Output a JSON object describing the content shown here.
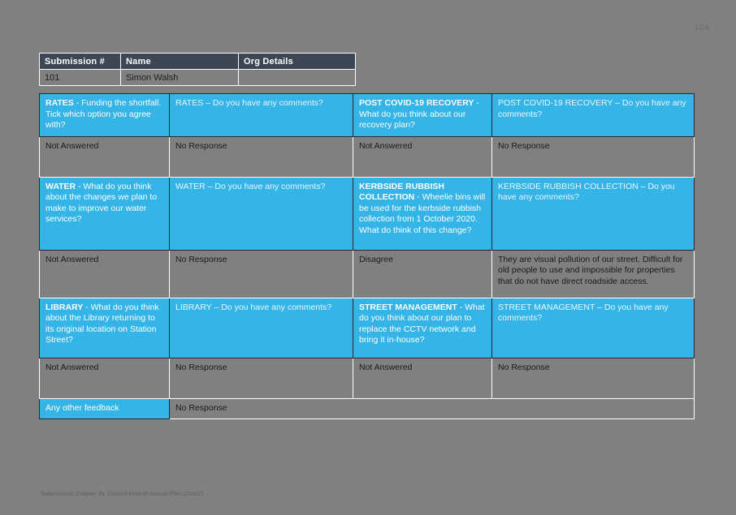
{
  "page": {
    "number": "104",
    "footer": "Submissions Chapter 3b: Council Redraft Annual Plan 2020/21"
  },
  "identity": {
    "headers": [
      "Submission #",
      "Name",
      "Org Details"
    ],
    "values": {
      "submission_number": "101",
      "name": "Simon Walsh",
      "org_details": ""
    }
  },
  "qa": {
    "rows": [
      {
        "left_question": "RATES - Funding the shortfall. Tick which option you agree with?",
        "left_topic": "RATES",
        "left_answer": "Not Answered",
        "left_comment_question": "RATES – Do you have any comments?",
        "left_comment_answer": "No Response",
        "right_question": "POST COVID-19 RECOVERY - What do you think about our recovery plan?",
        "right_topic": "POST COVID-19 RECOVERY",
        "right_answer": "Not Answered",
        "right_comment_question": "POST COVID-19 RECOVERY – Do you have any comments?",
        "right_comment_answer": "No Response"
      },
      {
        "left_question": "WATER - What do you think about the changes we plan to make to improve our water services?",
        "left_topic": "WATER",
        "left_answer": "Not Answered",
        "left_comment_question": "WATER – Do you have any comments?",
        "left_comment_answer": "No Response",
        "right_question": "KERBSIDE RUBBISH COLLECTION - Wheelie bins will be used for the kerbside rubbish collection from 1 October 2020. What do think of this change?",
        "right_topic": "KERBSIDE RUBBISH COLLECTION",
        "right_answer": "Disagree",
        "right_comment_question": "KERBSIDE RUBBISH COLLECTION – Do you have any comments?",
        "right_comment_answer": "They are visual pollution of our street. Difficult for old people to use and impossible for properties that do not have direct roadside access."
      },
      {
        "left_question": "LIBRARY - What do you think about the Library returning to its original location on Station Street?",
        "left_topic": "LIBRARY",
        "left_answer": "Not Answered",
        "left_comment_question": "LIBRARY – Do you have any comments?",
        "left_comment_answer": "No Response",
        "right_question": "STREET MANAGEMENT - What do you think about our plan to replace the CCTV network and bring it in-house?",
        "right_topic": "STREET MANAGEMENT",
        "right_answer": "Not Answered",
        "right_comment_question": "STREET MANAGEMENT – Do you have any comments?",
        "right_comment_answer": "No Response"
      }
    ],
    "feedback": {
      "label": "Any other feedback",
      "value": "No Response"
    }
  },
  "colors": {
    "accent_blue": "#35b4e8",
    "header_navy": "#3d4654",
    "page_grey": "#808080"
  }
}
